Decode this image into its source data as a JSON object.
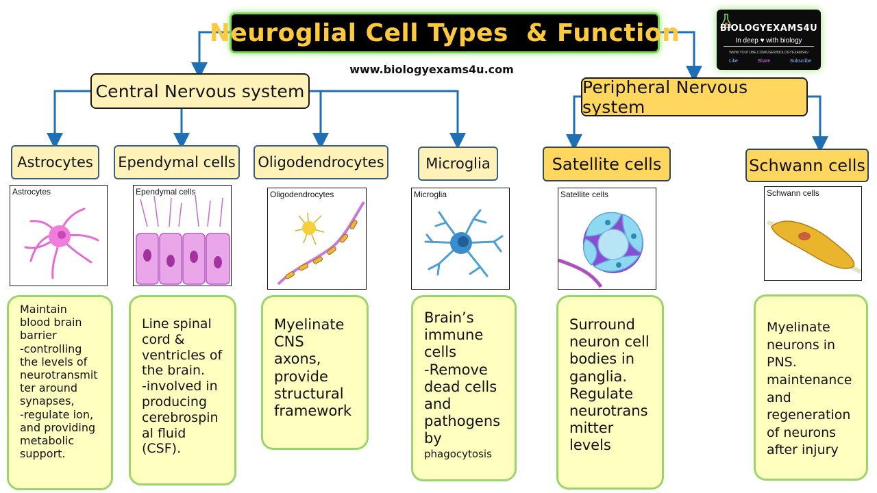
{
  "title": "Neuroglial Cell Types  & Function",
  "website": "www.biologyexams4u.com",
  "logo": {
    "brand": "BIOLOGYEXAMS4U",
    "tagline": "In deep ♥ with biology",
    "url": "WWW.YOUTUBE.COM/USER/BIOLOGYEXAMS4U",
    "actions": [
      "Like",
      "Share",
      "Subscribe"
    ]
  },
  "systems": {
    "cns": "Central Nervous system",
    "pns": "Peripheral Nervous system"
  },
  "cells": [
    {
      "label": "Astrocytes",
      "caption": "Astrocytes",
      "desc": "Maintain\nblood brain\nbarrier\n-controlling\nthe levels of\nneurotransmit\nter around\nsynapses,\n-regulate ion,\nand providing\nmetabolic\nsupport.",
      "system": "cns"
    },
    {
      "label": "Ependymal cells",
      "caption": "Ependymal cells",
      "desc": "Line spinal\ncord &\nventricles of\nthe brain.\n-involved in\nproducing\ncerebrospin\nal fluid\n(CSF).",
      "system": "cns"
    },
    {
      "label": "Oligodendrocytes",
      "caption": "Oligodendrocytes",
      "desc": "Myelinate\nCNS\naxons,\nprovide\nstructural\nframework",
      "system": "cns"
    },
    {
      "label": "Microglia",
      "caption": "Microglia",
      "desc": "Brain’s\nimmune\ncells\n-Remove\ndead cells\nand\npathogens\nby",
      "desc_small": "phagocytosis",
      "system": "cns"
    },
    {
      "label": "Satellite cells",
      "caption": "Satellite cells",
      "desc": "Surround\nneuron cell\nbodies in\nganglia.\nRegulate\nneurotrans\nmitter\nlevels",
      "system": "pns"
    },
    {
      "label": "Schwann cells",
      "caption": "Schwann cells",
      "desc": "Myelinate\nneurons in\nPNS.\nmaintenance\nand\nregeneration\nof neurons\nafter injury",
      "system": "pns"
    }
  ],
  "colors": {
    "title_bg": "#000000",
    "title_text": "#ffc93c",
    "title_glow": "#7ed957",
    "cns_fill": "#fff2b8",
    "pns_fill": "#ffd75e",
    "connector": "#1f6fb5",
    "desc_fill": "#ffffc0",
    "desc_border": "#9ad56b"
  }
}
